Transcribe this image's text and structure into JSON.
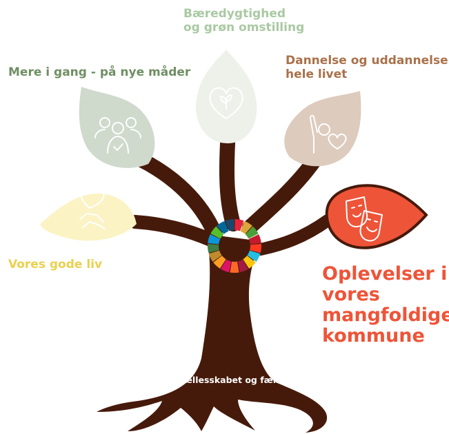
{
  "colors": {
    "trunk": "#461a0b",
    "leaf_green": "#eef1ea",
    "leaf_sage": "#cfd9cc",
    "leaf_beige": "#ddcbbd",
    "leaf_yellow": "#fbf3c4",
    "leaf_red": "#ee5438",
    "label_green_light": "#a9c9a2",
    "label_green_dark": "#6f8f63",
    "label_brown": "#a9714a",
    "label_yellow": "#ead04e",
    "label_red": "#ee5438",
    "label_white": "#ffffff"
  },
  "labels": {
    "sustainability": [
      "Bæredygtighed",
      "og grøn omstilling"
    ],
    "mobility": "Mere i gang - på nye måder",
    "education": [
      "Dannelse og uddannelse",
      "hele livet"
    ],
    "good_life": "Vores gode liv",
    "experiences": [
      "Oplevelser i",
      "vores",
      "mangfoldige",
      "kommune"
    ],
    "trunk": "Fællesskabet og fællesskaber"
  },
  "icons": {
    "sustainability": "heart-sprout-icon",
    "mobility": "people-group-check-icon",
    "education": "raised-hand-heart-icon",
    "good_life": "handshake-heart-icon",
    "experiences": "theater-masks-icon",
    "center": "sdg-color-wheel-icon"
  },
  "sdg_wheel_colors": [
    "#e5243b",
    "#dda63a",
    "#4c9f38",
    "#c5192d",
    "#ff3a21",
    "#26bde2",
    "#fcc30b",
    "#a21942",
    "#fd6925",
    "#dd1367",
    "#fd9d24",
    "#bf8b2e",
    "#3f7e44",
    "#0a97d9",
    "#56c02b",
    "#00689d",
    "#19486a"
  ]
}
